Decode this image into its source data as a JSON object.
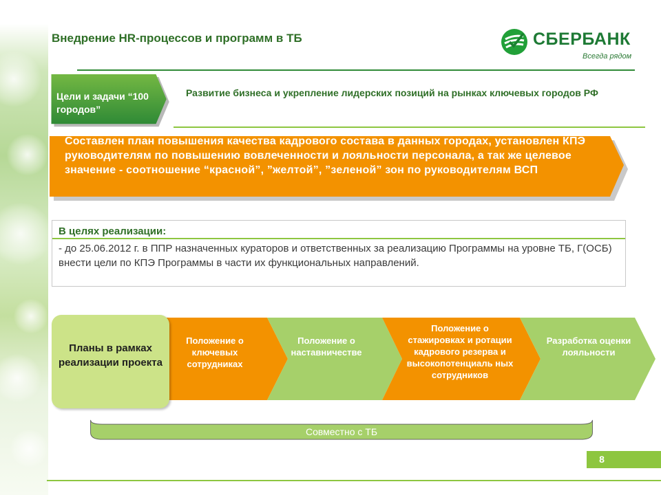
{
  "header": {
    "title": "Внедрение HR-процессов и программ в ТБ"
  },
  "logo": {
    "name": "СБЕРБАНК",
    "slogan": "Всегда рядом"
  },
  "goals": {
    "label": "Цели и задачи “100 городов”",
    "description": "Развитие бизнеса и укрепление лидерских позиций на рынках ключевых городов РФ"
  },
  "banner": {
    "text": "Составлен план повышения качества кадрового состава в данных городах, установлен КПЭ руководителям по повышению вовлеченности и лояльности персонала, а так же целевое значение - соотношение “красной”, ”желтой”, ”зеленой” зон по руководителям ВСП"
  },
  "implementation": {
    "heading": "В целях реализации:",
    "body": "- до 25.06.2012 г. в ППР назначенных кураторов и ответственных за реализацию Программы на уровне ТБ, Г(ОСБ) внести цели по КПЭ Программы в части их функциональных направлений."
  },
  "process": {
    "plans_label": "Планы в рамках реализации проекта",
    "steps": [
      {
        "label": "Положение о ключевых сотрудниках",
        "color": "#f39200"
      },
      {
        "label": "Положение о наставничестве",
        "color": "#a6d06a"
      },
      {
        "label": "Положение о стажировках и ротации кадрового резерва и высокопотенциаль ных сотрудников",
        "color": "#f39200"
      },
      {
        "label": "Разработка оценки лояльности",
        "color": "#a6d06a"
      }
    ],
    "together_label": "Совместно с ТБ"
  },
  "page": {
    "number": "8"
  },
  "colors": {
    "brand_green": "#2f6f27",
    "accent_green": "#8dc63f",
    "orange": "#f39200"
  }
}
